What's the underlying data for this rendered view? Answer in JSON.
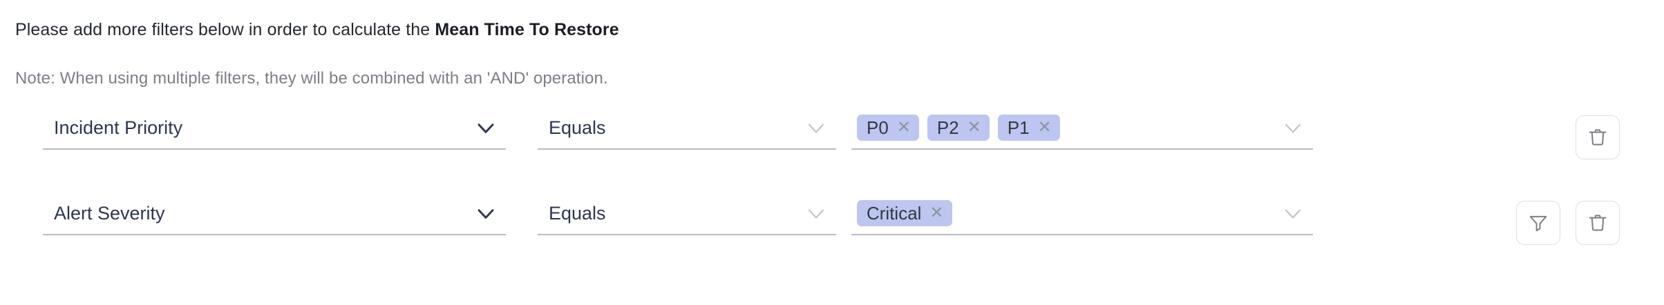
{
  "header": {
    "instruction_prefix": "Please add more filters below in order to calculate the ",
    "metric_name": "Mean Time To Restore",
    "note": "Note: When using multiple filters, they will be combined with an 'AND' operation."
  },
  "colors": {
    "chip_background": "#bcc6f0",
    "field_text": "#2d3651",
    "note_text": "#7b7f86",
    "underline": "#b9bcc2",
    "icon_border": "#dcdee1",
    "icon_stroke": "#7c7f85"
  },
  "filters": [
    {
      "field": {
        "value": "Incident Priority",
        "icon": "chevron-down-icon"
      },
      "operator": {
        "value": "Equals",
        "icon": "chevron-down-icon"
      },
      "values": {
        "chips": [
          {
            "label": "P0",
            "remove_icon": "close-icon"
          },
          {
            "label": "P2",
            "remove_icon": "close-icon"
          },
          {
            "label": "P1",
            "remove_icon": "close-icon"
          }
        ],
        "icon": "chevron-down-icon"
      },
      "actions": [
        {
          "name": "delete-filter-button",
          "icon": "trash-icon"
        }
      ]
    },
    {
      "field": {
        "value": "Alert Severity",
        "icon": "chevron-down-icon"
      },
      "operator": {
        "value": "Equals",
        "icon": "chevron-down-icon"
      },
      "values": {
        "chips": [
          {
            "label": "Critical",
            "remove_icon": "close-icon"
          }
        ],
        "icon": "chevron-down-icon"
      },
      "actions": [
        {
          "name": "add-filter-button",
          "icon": "funnel-icon"
        },
        {
          "name": "delete-filter-button",
          "icon": "trash-icon"
        }
      ]
    }
  ]
}
